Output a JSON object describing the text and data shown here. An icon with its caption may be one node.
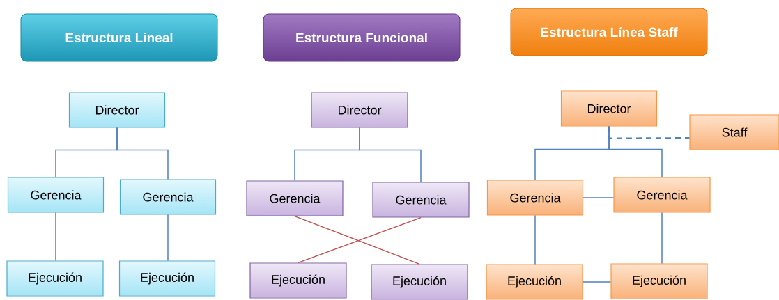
{
  "diagram": {
    "nodes": [
      {
        "text": [
          "Estructura Lineal"
        ]
      },
      {
        "text": [
          "Estructura Funcional"
        ]
      },
      {
        "text": [
          "Estructura Línea Staff"
        ]
      },
      {
        "text": [
          "Director"
        ]
      },
      {
        "text": [
          "Gerencia"
        ]
      },
      {
        "text": [
          "Gerencia"
        ]
      },
      {
        "text": [
          "Ejecución"
        ]
      },
      {
        "text": [
          "Ejecución"
        ]
      },
      {
        "text": [
          "Director"
        ]
      },
      {
        "text": [
          "Gerencia"
        ]
      },
      {
        "text": [
          "Gerencia"
        ]
      },
      {
        "text": [
          "Ejecución"
        ]
      },
      {
        "text": [
          "Ejecución"
        ]
      },
      {
        "text": [
          "Director"
        ]
      },
      {
        "text": [
          "Staff"
        ]
      },
      {
        "text": [
          "Gerencia"
        ]
      },
      {
        "text": [
          "Gerencia"
        ]
      },
      {
        "text": [
          "Ejecución"
        ]
      },
      {
        "text": [
          "Ejecución"
        ]
      }
    ],
    "edges": [
      {
        "from": 3,
        "to": 4,
        "arrow": "none"
      },
      {
        "from": 3,
        "to": 5,
        "arrow": "none"
      },
      {
        "from": 4,
        "to": 6,
        "arrow": "none"
      },
      {
        "from": 5,
        "to": 7,
        "arrow": "none"
      },
      {
        "from": 8,
        "to": 9,
        "arrow": "none"
      },
      {
        "from": 8,
        "to": 10,
        "arrow": "none"
      },
      {
        "from": 9,
        "to": 12,
        "arrow": "none",
        "color": "#c0504d"
      },
      {
        "from": 10,
        "to": 11,
        "arrow": "none",
        "color": "#c0504d"
      },
      {
        "from": 13,
        "to": 14,
        "arrow": "none",
        "style": "dashed"
      },
      {
        "from": 13,
        "to": 15,
        "arrow": "none"
      },
      {
        "from": 13,
        "to": 16,
        "arrow": "none"
      },
      {
        "from": 15,
        "to": 16,
        "arrow": "none"
      },
      {
        "from": 15,
        "to": 17,
        "arrow": "none"
      },
      {
        "from": 16,
        "to": 18,
        "arrow": "none"
      },
      {
        "from": 17,
        "to": 18,
        "arrow": "none"
      }
    ]
  }
}
